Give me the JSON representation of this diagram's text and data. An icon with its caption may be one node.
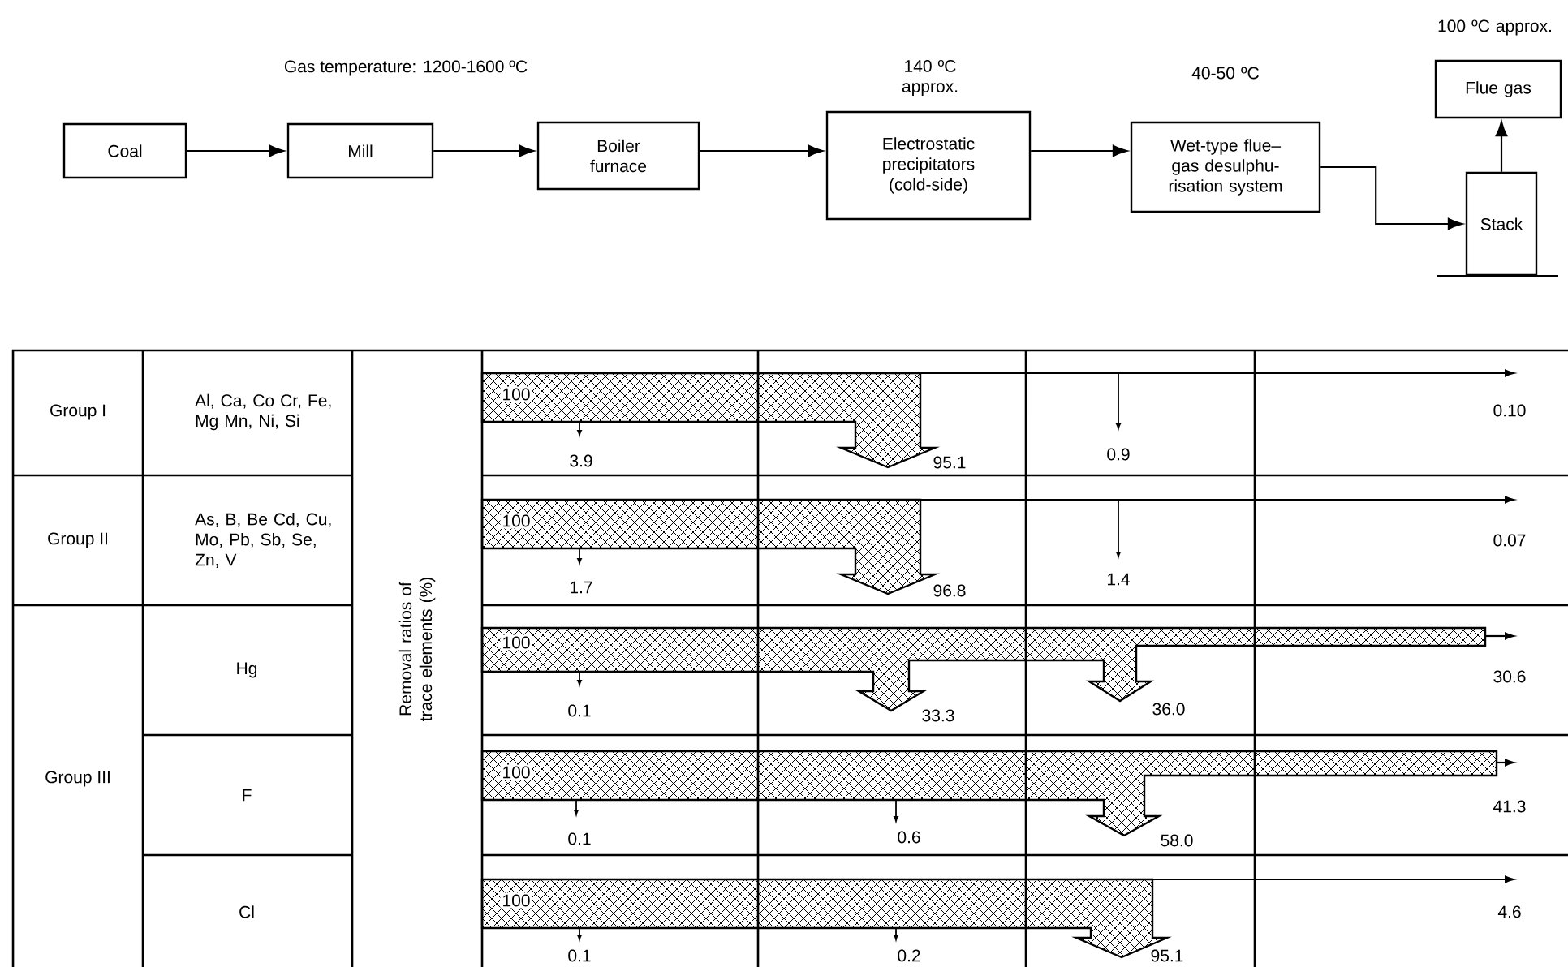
{
  "diagram": {
    "nodes": [
      {
        "text": [
          "Coal"
        ]
      },
      {
        "text": [
          "Mill"
        ]
      },
      {
        "text": [
          "Boiler furnace"
        ]
      },
      {
        "text": [
          "Electrostatic precipitators (cold-side)"
        ],
        "beside": [
          "140 ºC approx."
        ]
      },
      {
        "text": [
          "Wet-type flue– gas desulphu- risation system"
        ],
        "beside": [
          "40-50 ºC"
        ]
      },
      {
        "text": [
          "Stack"
        ]
      },
      {
        "text": [
          "Flue gas"
        ],
        "beside": [
          "100 ºC approx."
        ]
      }
    ],
    "edges": [
      {
        "from": 0,
        "to": 1,
        "arrow": "to"
      },
      {
        "from": 1,
        "to": 2,
        "arrow": "to"
      },
      {
        "from": 2,
        "to": 3,
        "arrow": "to"
      },
      {
        "from": 3,
        "to": 4,
        "arrow": "to"
      },
      {
        "from": 4,
        "to": 5,
        "arrow": "to"
      },
      {
        "from": 5,
        "to": 6,
        "arrow": "to"
      }
    ],
    "labels": [
      "Gas temperature: 1200-1600 ºC",
      "Group I",
      "Al, Ca, Co Cr, Fe, Mg Mn, Ni, Si",
      "Removal ratios of trace elements (%)",
      "100",
      "3.9",
      "95.1",
      "0.9",
      "0.10",
      "Group II",
      "As, B, Be Cd, Cu, Mo, Pb, Sb, Se, Zn, V",
      "100",
      "1.7",
      "96.8",
      "1.4",
      "0.07",
      "Group III",
      "Hg",
      "100",
      "0.1",
      "33.3",
      "36.0",
      "30.6",
      "F",
      "100",
      "0.1",
      "0.6",
      "58.0",
      "41.3",
      "Cl",
      "100",
      "0.1",
      "0.2",
      "95.1",
      "4.6"
    ]
  }
}
